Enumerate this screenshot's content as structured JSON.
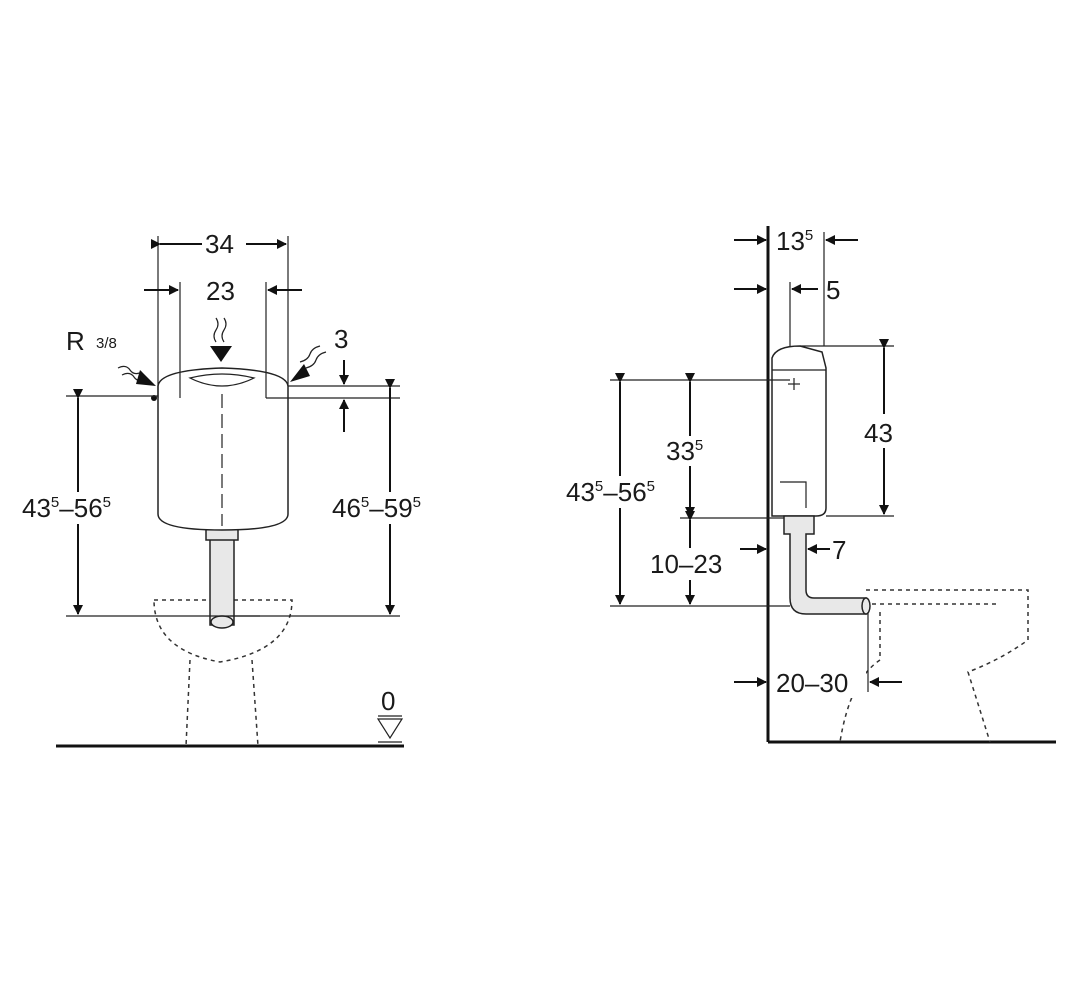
{
  "front_view": {
    "width_overall": "34",
    "width_inner": "23",
    "thread_prefix": "R",
    "thread_fraction": "3/8",
    "lid_offset": "3",
    "height_left": {
      "a": "43",
      "a_sup": "5",
      "b": "56",
      "b_sup": "5"
    },
    "height_right": {
      "a": "46",
      "a_sup": "5",
      "b": "59",
      "b_sup": "5"
    },
    "floor_level": "0"
  },
  "side_view": {
    "wall_offset": {
      "a": "13",
      "a_sup": "5"
    },
    "pipe_offset": "5",
    "tank_height": "43",
    "inlet_height": {
      "a": "33",
      "a_sup": "5"
    },
    "total_height": {
      "a": "43",
      "a_sup": "5",
      "b": "56",
      "b_sup": "5"
    },
    "pipe_range": "10–23",
    "pipe_gap": "7",
    "bowl_distance": "20–30"
  }
}
